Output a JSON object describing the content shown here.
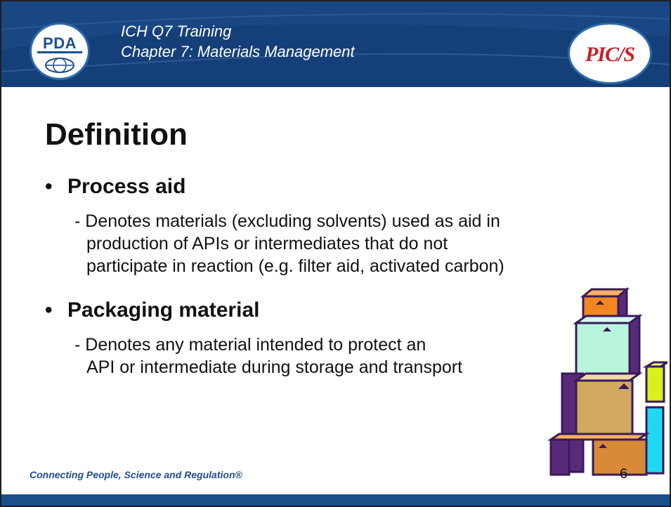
{
  "header": {
    "title": "ICH Q7 Training",
    "subtitle": "Chapter 7: Materials Management",
    "left_logo_text": "PDA",
    "right_logo_text": "PIC/S"
  },
  "slide": {
    "title": "Definition",
    "bullets": [
      {
        "label": "Process aid",
        "detail_lines": [
          "- Denotes materials (excluding solvents) used as aid in",
          "production of APIs or intermediates that do not",
          "participate in reaction (e.g. filter aid, activated carbon)"
        ]
      },
      {
        "label": "Packaging material",
        "detail_lines": [
          "- Denotes any material intended to protect an",
          "API or intermediate during storage and transport"
        ]
      }
    ]
  },
  "footer": {
    "tagline": "Connecting People, Science and Regulation®",
    "page_number": "6"
  },
  "colors": {
    "header_band": "#153f78",
    "accent_blue": "#1a4f8c",
    "pics_red": "#c8202a"
  }
}
